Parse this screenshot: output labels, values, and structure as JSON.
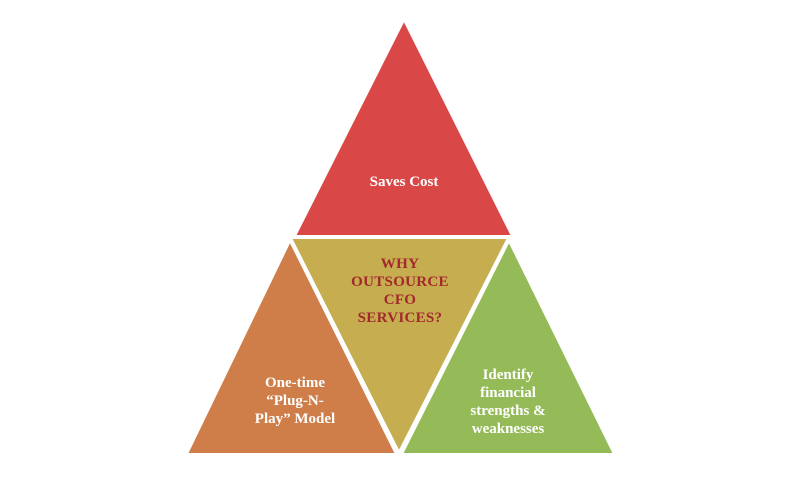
{
  "diagram": {
    "center_label": "WHY OUTSOURCE CFO SERVICES?",
    "center_lines": [
      "WHY",
      "OUTSOURCE",
      "CFO",
      "SERVICES?"
    ],
    "top": {
      "label": "Saves Cost",
      "color": "#d94846"
    },
    "left": {
      "lines": [
        "One-time",
        "“Plug-N-",
        "Play” Model"
      ],
      "color": "#cf7d49"
    },
    "right": {
      "lines": [
        "Identify",
        "financial",
        "strengths &",
        "weaknesses"
      ],
      "color": "#95bb58"
    },
    "center_color": "#c5ad50",
    "center_text_color": "#a3282b"
  }
}
